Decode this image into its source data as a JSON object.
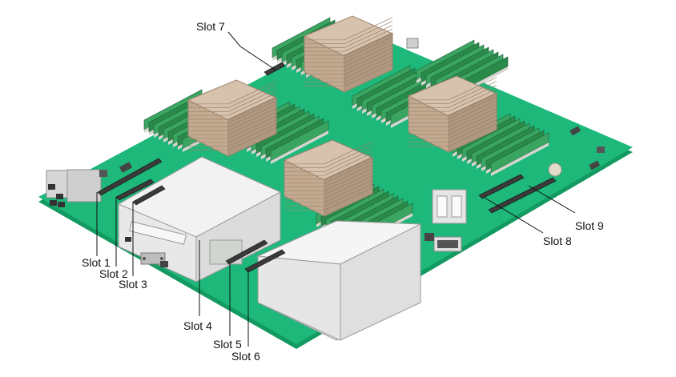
{
  "diagram": {
    "slots": [
      {
        "label": "Slot 1"
      },
      {
        "label": "Slot 2"
      },
      {
        "label": "Slot 3"
      },
      {
        "label": "Slot 4"
      },
      {
        "label": "Slot 5"
      },
      {
        "label": "Slot 6"
      },
      {
        "label": "Slot 7"
      },
      {
        "label": "Slot 8"
      },
      {
        "label": "Slot 9"
      }
    ]
  },
  "colors": {
    "board": "#1db87a",
    "board_edge": "#139a60",
    "heatsink": "#c2a98f",
    "heatsink_dark": "#9d8670",
    "dimm": "#2a8a4a",
    "dimm_light": "#d6d6d0",
    "cage": "#e7e7e7",
    "cage_edge": "#9a9a9a",
    "connector": "#3a3a3a",
    "leader": "#111111"
  }
}
